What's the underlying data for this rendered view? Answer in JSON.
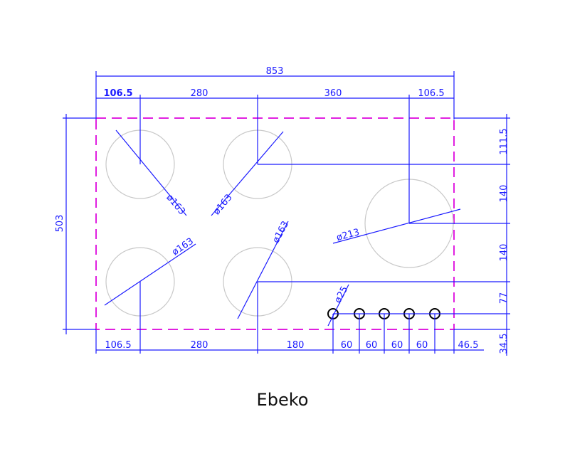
{
  "brand": "Ebeko",
  "colors": {
    "dimension": "#1a1aff",
    "outline": "#e020e0",
    "burner": "#c8c8c8",
    "knob": "#000000"
  },
  "dimensions": {
    "top_total": "853",
    "top_segments": [
      "106.5",
      "280",
      "360",
      "106.5"
    ],
    "bottom_segments": [
      "106.5",
      "280",
      "180",
      "60",
      "60",
      "60",
      "60",
      "46.5"
    ],
    "left_height": "503",
    "right_segments": [
      "111.5",
      "140",
      "140",
      "77",
      "34.5"
    ]
  },
  "burners": [
    {
      "label": "ø163"
    },
    {
      "label": "ø163"
    },
    {
      "label": "ø163"
    },
    {
      "label": "ø163"
    },
    {
      "label": "ø213"
    }
  ],
  "knobs": {
    "label": "ø25",
    "count": 5
  }
}
